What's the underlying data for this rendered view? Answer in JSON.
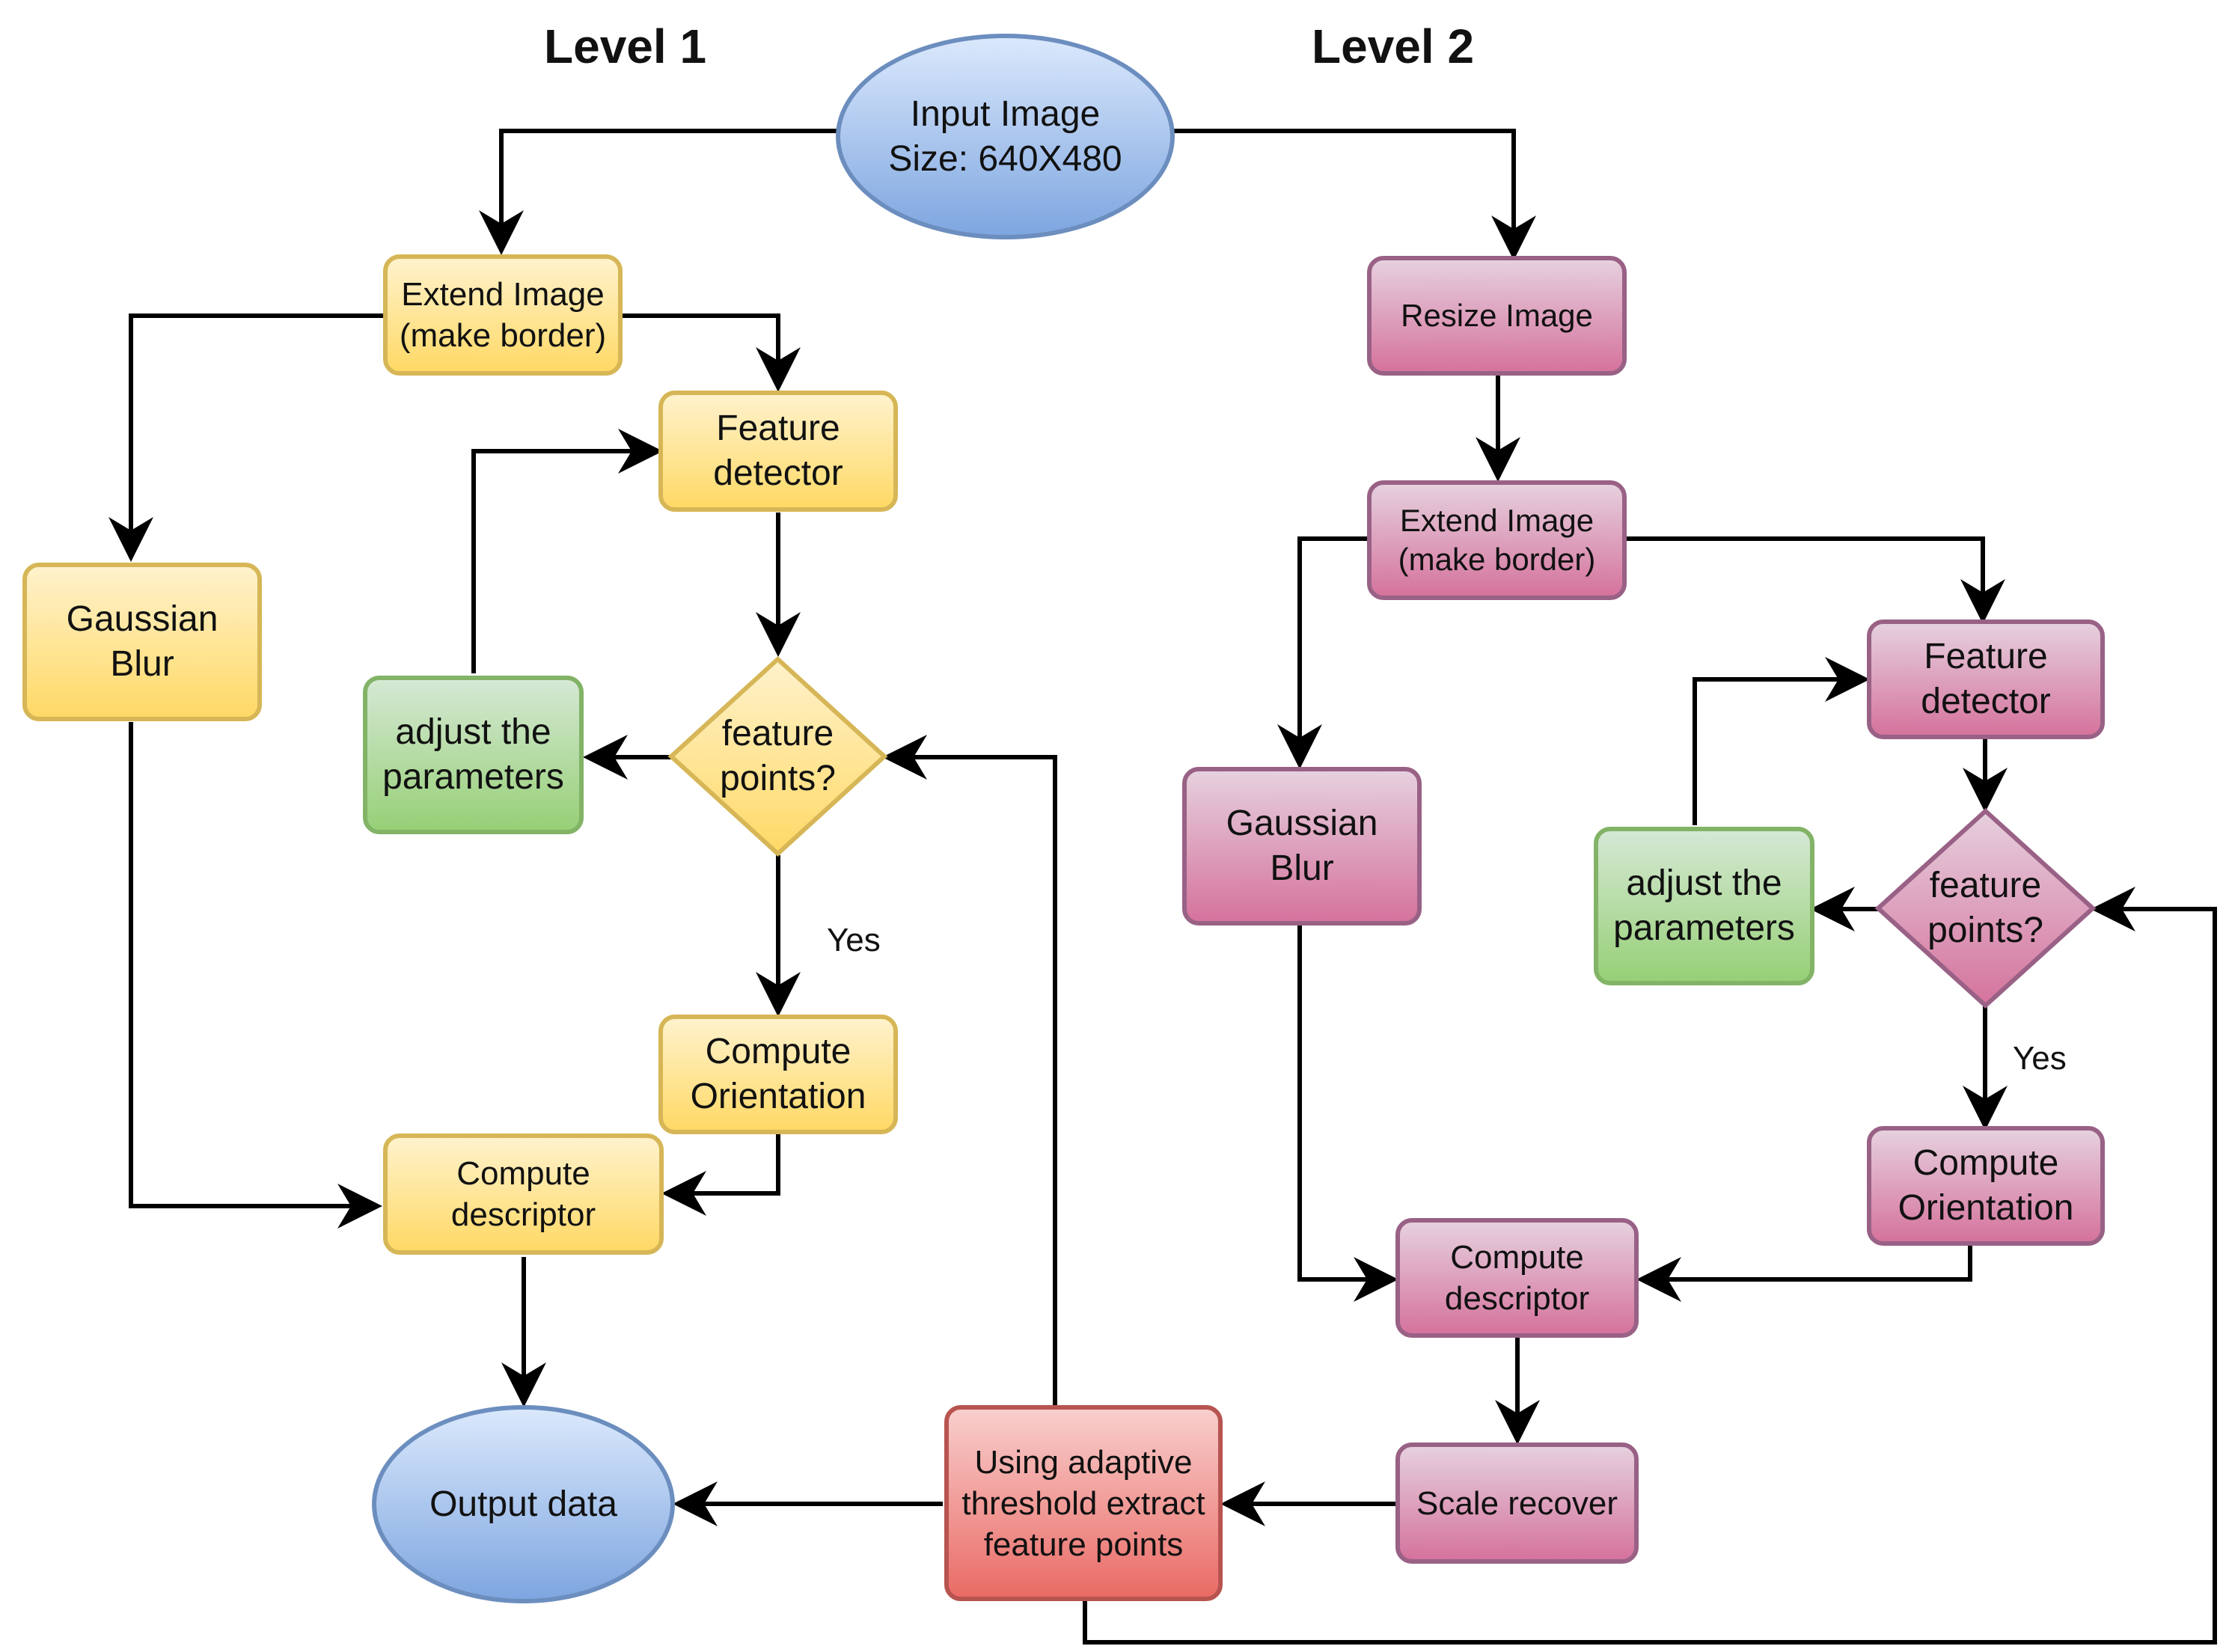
{
  "headings": {
    "level1": "Level 1",
    "level2": "Level 2"
  },
  "input": {
    "line1": "Input Image",
    "line2": "Size: 640X480"
  },
  "output": {
    "label": "Output data"
  },
  "level1": {
    "extend": {
      "line1": "Extend Image",
      "line2": "(make border)"
    },
    "feature_detector": {
      "line1": "Feature",
      "line2": "detector"
    },
    "gaussian": {
      "line1": "Gaussian",
      "line2": "Blur"
    },
    "adjust": {
      "line1": "adjust the",
      "line2": "parameters"
    },
    "decision": {
      "line1": "feature",
      "line2": "points?"
    },
    "yes": "Yes",
    "orientation": {
      "line1": "Compute",
      "line2": "Orientation"
    },
    "descriptor": {
      "line1": "Compute",
      "line2": "descriptor"
    }
  },
  "level2": {
    "resize": {
      "label": "Resize Image"
    },
    "extend": {
      "line1": "Extend Image",
      "line2": "(make border)"
    },
    "feature_detector": {
      "line1": "Feature",
      "line2": "detector"
    },
    "gaussian": {
      "line1": "Gaussian",
      "line2": "Blur"
    },
    "adjust": {
      "line1": "adjust the",
      "line2": "parameters"
    },
    "decision": {
      "line1": "feature",
      "line2": "points?"
    },
    "yes": "Yes",
    "orientation": {
      "line1": "Compute",
      "line2": "Orientation"
    },
    "descriptor": {
      "line1": "Compute",
      "line2": "descriptor"
    },
    "scale": {
      "label": "Scale recover"
    }
  },
  "adaptive": {
    "line1": "Using adaptive",
    "line2": "threshold extract",
    "line3": "feature points"
  },
  "colors": {
    "yellow_fill": "#ffd966",
    "yellow_border": "#d6b656",
    "pink_fill": "#d5739d",
    "pink_border": "#996185",
    "green_fill": "#97d077",
    "green_border": "#82b366",
    "red_fill": "#ea6b66",
    "red_border": "#b85450",
    "blue_fill": "#7ea6e0",
    "blue_border": "#6c8ebf",
    "edge": "#000000"
  }
}
